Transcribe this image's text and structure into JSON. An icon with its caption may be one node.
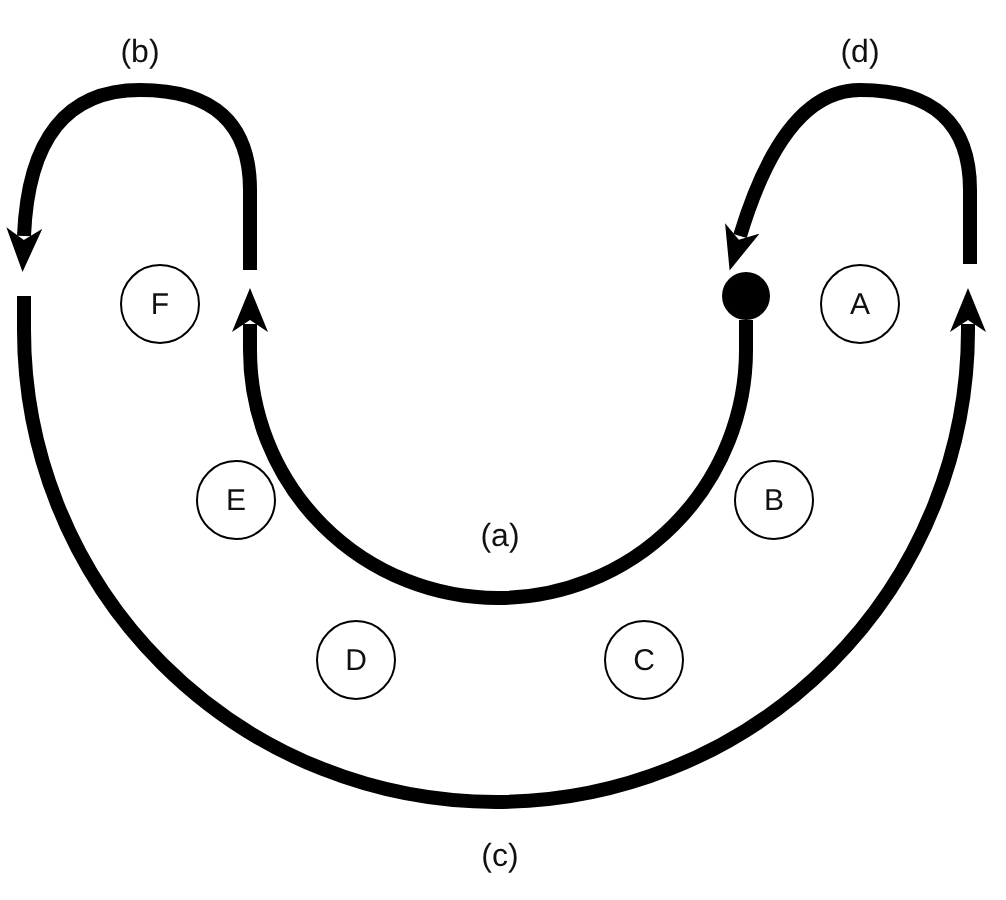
{
  "diagram": {
    "nodes": [
      {
        "text": [
          "F"
        ]
      },
      {
        "text": [
          "A"
        ]
      },
      {
        "text": [
          "E"
        ]
      },
      {
        "text": [
          "B"
        ]
      },
      {
        "text": [
          "D"
        ]
      },
      {
        "text": [
          "C"
        ]
      }
    ],
    "labels": [
      "(b)",
      "(d)",
      "(a)",
      "(c)"
    ]
  }
}
